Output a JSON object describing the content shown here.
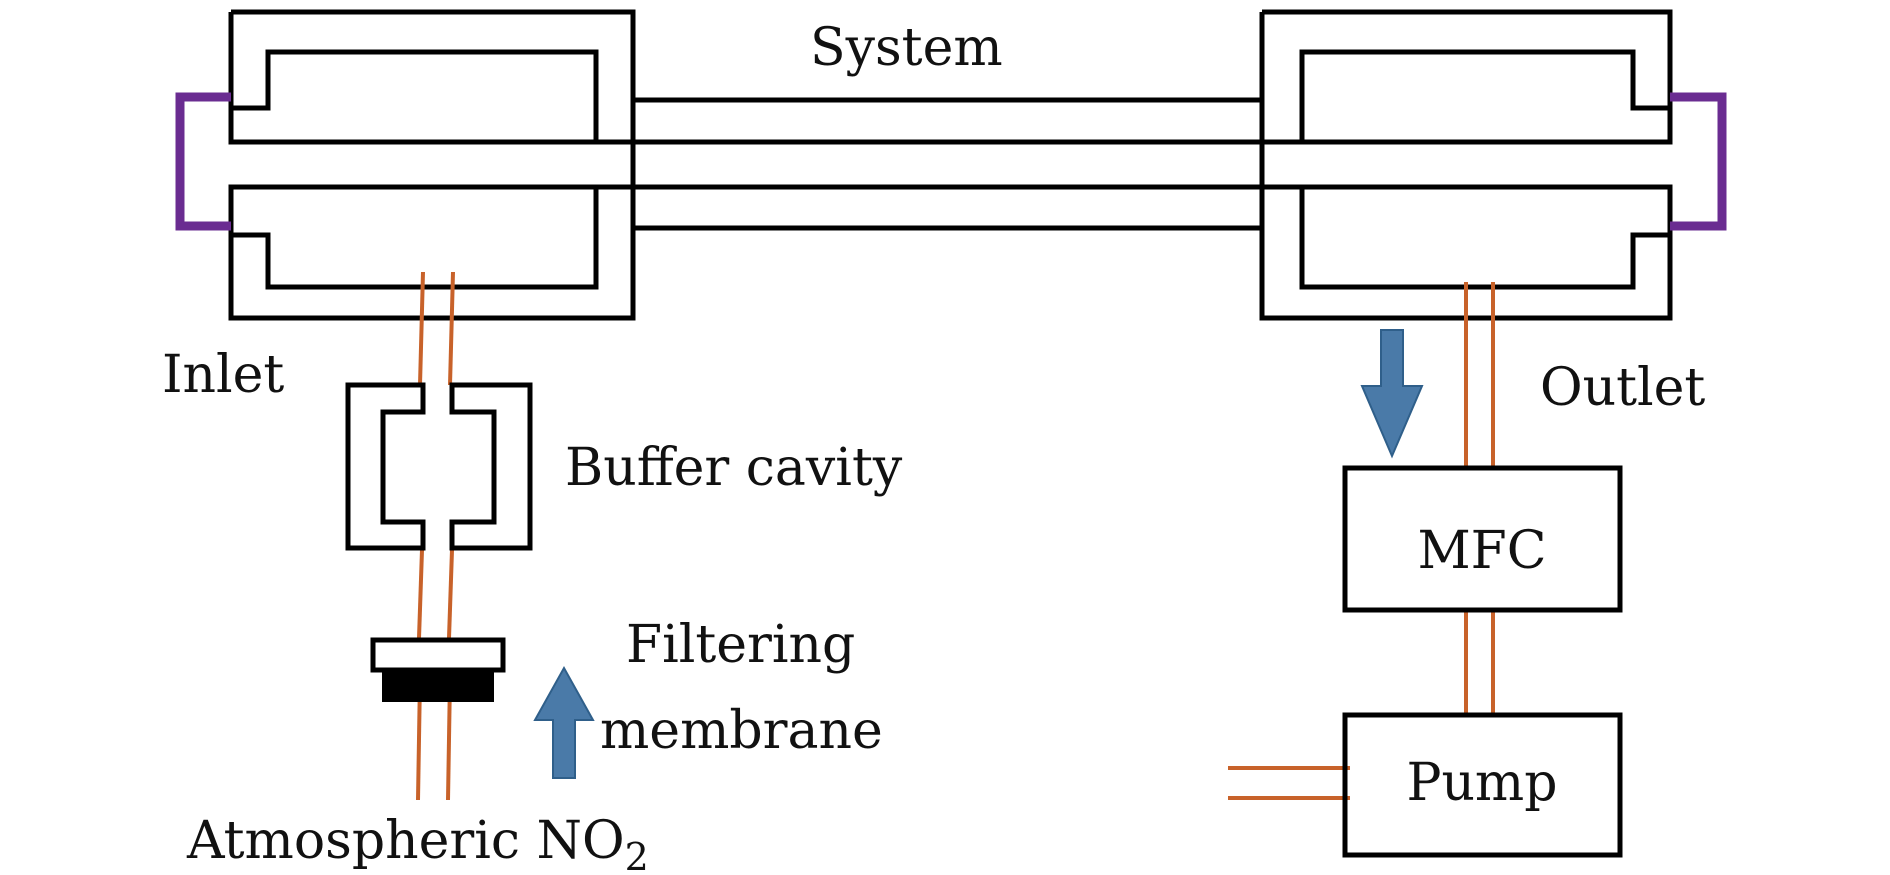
{
  "colors": {
    "line": "#000000",
    "tube": "#c8622a",
    "clamp": "#6a2c91",
    "arrow": "#4a7aa8",
    "membrane_base": "#000000"
  },
  "labels": {
    "system": "System",
    "inlet": "Inlet",
    "outlet": "Outlet",
    "buffer_cavity": "Buffer cavity",
    "filtering_line1": "Filtering",
    "filtering_line2": "membrane",
    "atmospheric_prefix": "Atmospheric NO",
    "atmospheric_subscript": "2",
    "mfc": "MFC",
    "pump": "Pump"
  },
  "icons": {
    "flow_up": "arrow-up-icon",
    "flow_down": "arrow-down-icon"
  }
}
